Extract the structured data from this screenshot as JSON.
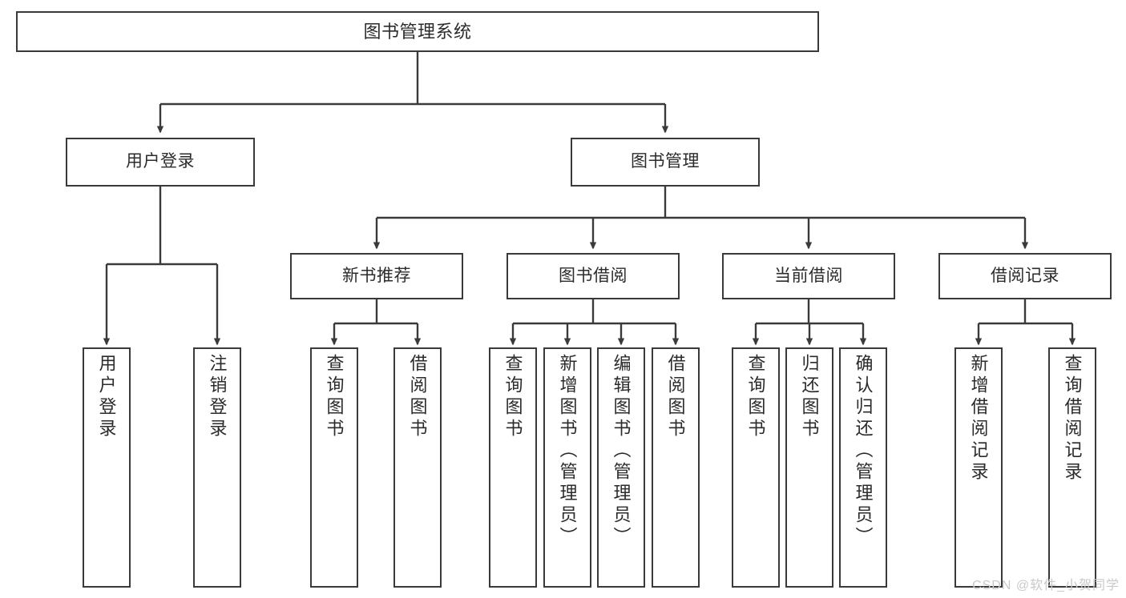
{
  "diagram": {
    "type": "tree-hierarchy",
    "title": "图书管理系统",
    "watermark": "CSDN @软件_小贺同学",
    "colors": {
      "box_border": "#3a3a3a",
      "box_fill": "#ffffff",
      "connector": "#3a3a3a",
      "text": "#2b2b2b",
      "watermark": "#c9c9c9"
    },
    "nodes": {
      "root": {
        "label": "图书管理系统"
      },
      "level1": [
        {
          "label": "用户登录"
        },
        {
          "label": "图书管理"
        }
      ],
      "level2": [
        {
          "label": "新书推荐"
        },
        {
          "label": "图书借阅"
        },
        {
          "label": "当前借阅"
        },
        {
          "label": "借阅记录"
        }
      ],
      "leaves": {
        "user_login": [
          {
            "label": "用户登录"
          },
          {
            "label": "注销登录"
          }
        ],
        "new_book": [
          {
            "label": "查询图书"
          },
          {
            "label": "借阅图书"
          }
        ],
        "borrow_book": [
          {
            "label": "查询图书"
          },
          {
            "label": "新增图书（管理员）"
          },
          {
            "label": "编辑图书（管理员）"
          },
          {
            "label": "借阅图书"
          }
        ],
        "current_borrow": [
          {
            "label": "查询图书"
          },
          {
            "label": "归还图书"
          },
          {
            "label": "确认归还（管理员）"
          }
        ],
        "borrow_record": [
          {
            "label": "新增借阅记录"
          },
          {
            "label": "查询借阅记录"
          }
        ]
      }
    }
  }
}
